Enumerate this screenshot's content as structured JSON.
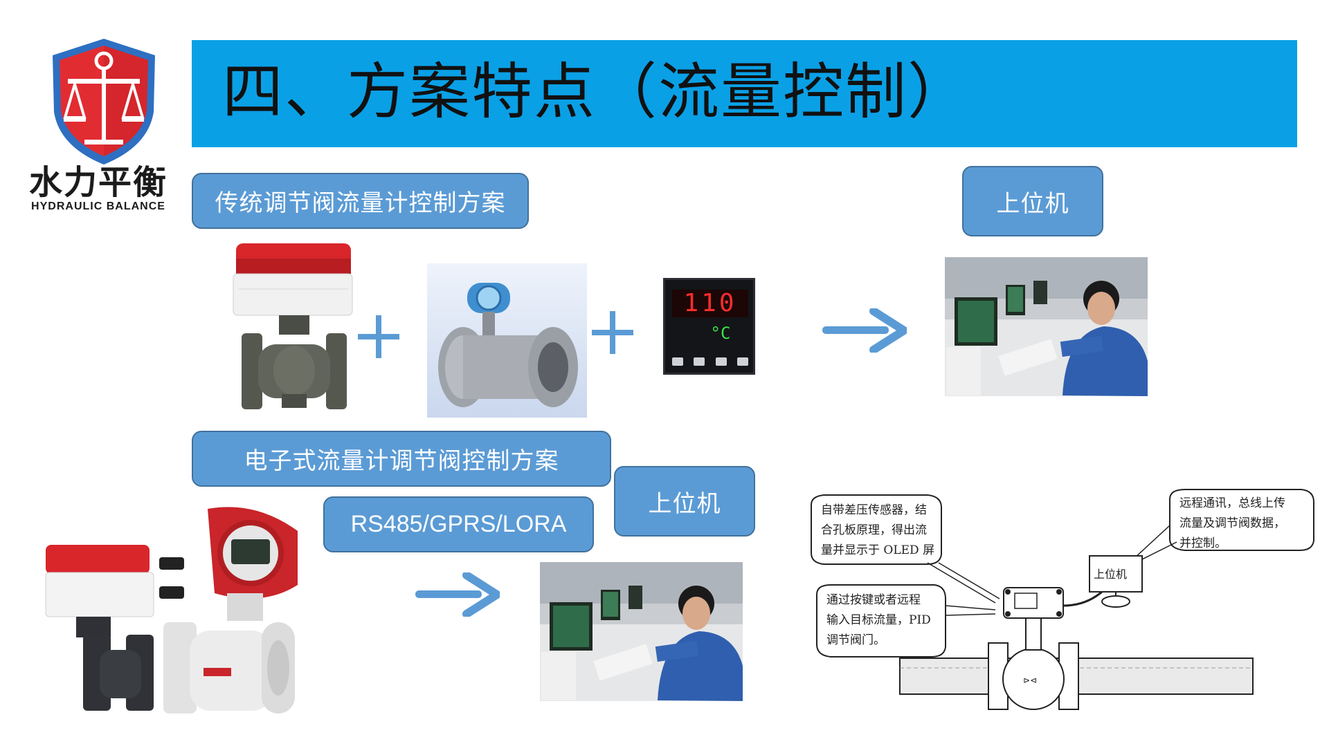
{
  "logo": {
    "name_cn": "水力平衡",
    "name_en": "HYDRAULIC BALANCE"
  },
  "title": "四、方案特点（流量控制）",
  "section_traditional": {
    "label": "传统调节阀流量计控制方案",
    "host_label": "上位机"
  },
  "section_electronic": {
    "label": "电子式流量计调节阀控制方案",
    "protocol_label": "RS485/GPRS/LORA",
    "host_label": "上位机"
  },
  "controller_display": {
    "value": "110",
    "unit": "°C"
  },
  "diagram": {
    "callout_left_top": [
      "自带差压传感器，结",
      "合孔板原理，得出流",
      "量并显示于 OLED 屏"
    ],
    "callout_left_bottom": [
      "通过按键或者远程",
      "输入目标流量，PID",
      "调节阀门。"
    ],
    "callout_right": [
      "远程通讯，总线上传",
      "流量及调节阀数据，",
      "并控制。"
    ],
    "pc_label": "上位机"
  },
  "colors": {
    "title_band": "#0aa0e6",
    "label_fill": "#5b9bd5",
    "label_border": "#41719c",
    "arrow": "#5b9bd5",
    "actuator_red": "#d22c2c"
  }
}
